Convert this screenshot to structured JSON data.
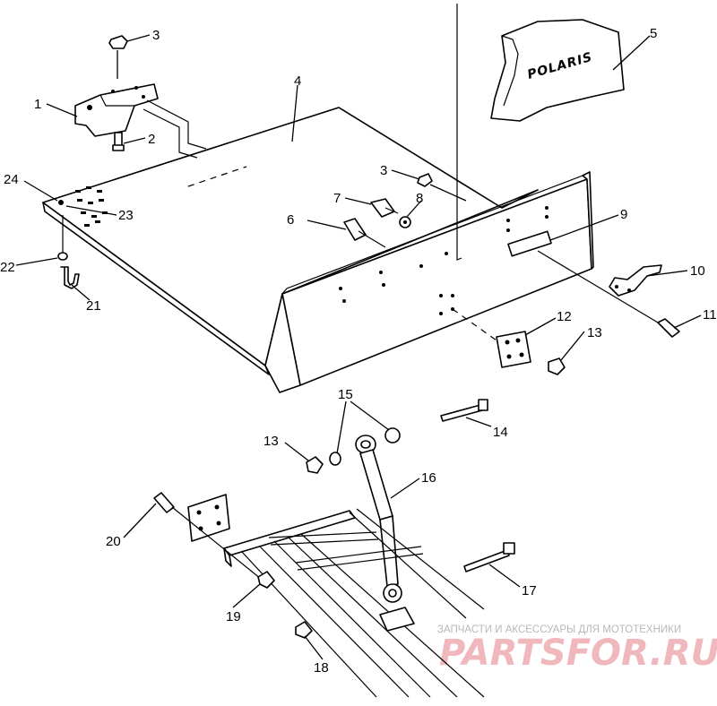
{
  "diagram": {
    "logo_text": "POLARIS",
    "callouts": [
      {
        "id": "1",
        "label": "1"
      },
      {
        "id": "2",
        "label": "2"
      },
      {
        "id": "3a",
        "label": "3"
      },
      {
        "id": "3b",
        "label": "3"
      },
      {
        "id": "4",
        "label": "4"
      },
      {
        "id": "5",
        "label": "5"
      },
      {
        "id": "6",
        "label": "6"
      },
      {
        "id": "7",
        "label": "7"
      },
      {
        "id": "8",
        "label": "8"
      },
      {
        "id": "9",
        "label": "9"
      },
      {
        "id": "10",
        "label": "10"
      },
      {
        "id": "11",
        "label": "11"
      },
      {
        "id": "12",
        "label": "12"
      },
      {
        "id": "13a",
        "label": "13"
      },
      {
        "id": "13b",
        "label": "13"
      },
      {
        "id": "14",
        "label": "14"
      },
      {
        "id": "15",
        "label": "15"
      },
      {
        "id": "16",
        "label": "16"
      },
      {
        "id": "17",
        "label": "17"
      },
      {
        "id": "18",
        "label": "18"
      },
      {
        "id": "19",
        "label": "19"
      },
      {
        "id": "20",
        "label": "20"
      },
      {
        "id": "21",
        "label": "21"
      },
      {
        "id": "22",
        "label": "22"
      },
      {
        "id": "23",
        "label": "23"
      },
      {
        "id": "24",
        "label": "24"
      }
    ]
  },
  "watermark": {
    "caption": "ЗАПЧАСТИ И АКСЕССУАРЫ ДЛЯ МОТОТЕХНИКИ",
    "brand": "PARTSFOR.RU"
  },
  "colors": {
    "line": "#000000",
    "background": "#ffffff",
    "watermark_brand": "#f0b7bd",
    "watermark_caption": "#b8b8b8"
  }
}
